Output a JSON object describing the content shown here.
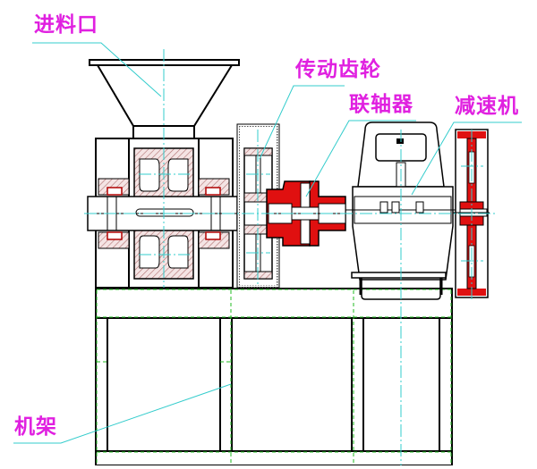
{
  "title": "Briquette press machine side elevation",
  "colors": {
    "background": "#ffffff",
    "outline": "#000000",
    "centerline": "#33cccc",
    "label_text": "#e020e0",
    "leader_line": "#33cccc",
    "section_fill": "#e01010",
    "hatch": "#c88c8c",
    "frame_dash": "#22bb22"
  },
  "labels": {
    "hopper": "进料口",
    "drive_gear": "传动齿轮",
    "coupling": "联轴器",
    "reducer": "减速机",
    "frame": "机架"
  },
  "components": [
    {
      "id": "hopper",
      "name": "进料口"
    },
    {
      "id": "roller-housing",
      "name": ""
    },
    {
      "id": "drive-gear",
      "name": "传动齿轮"
    },
    {
      "id": "coupling",
      "name": "联轴器"
    },
    {
      "id": "reducer",
      "name": "减速机"
    },
    {
      "id": "pulley",
      "name": ""
    },
    {
      "id": "frame",
      "name": "机架"
    }
  ]
}
